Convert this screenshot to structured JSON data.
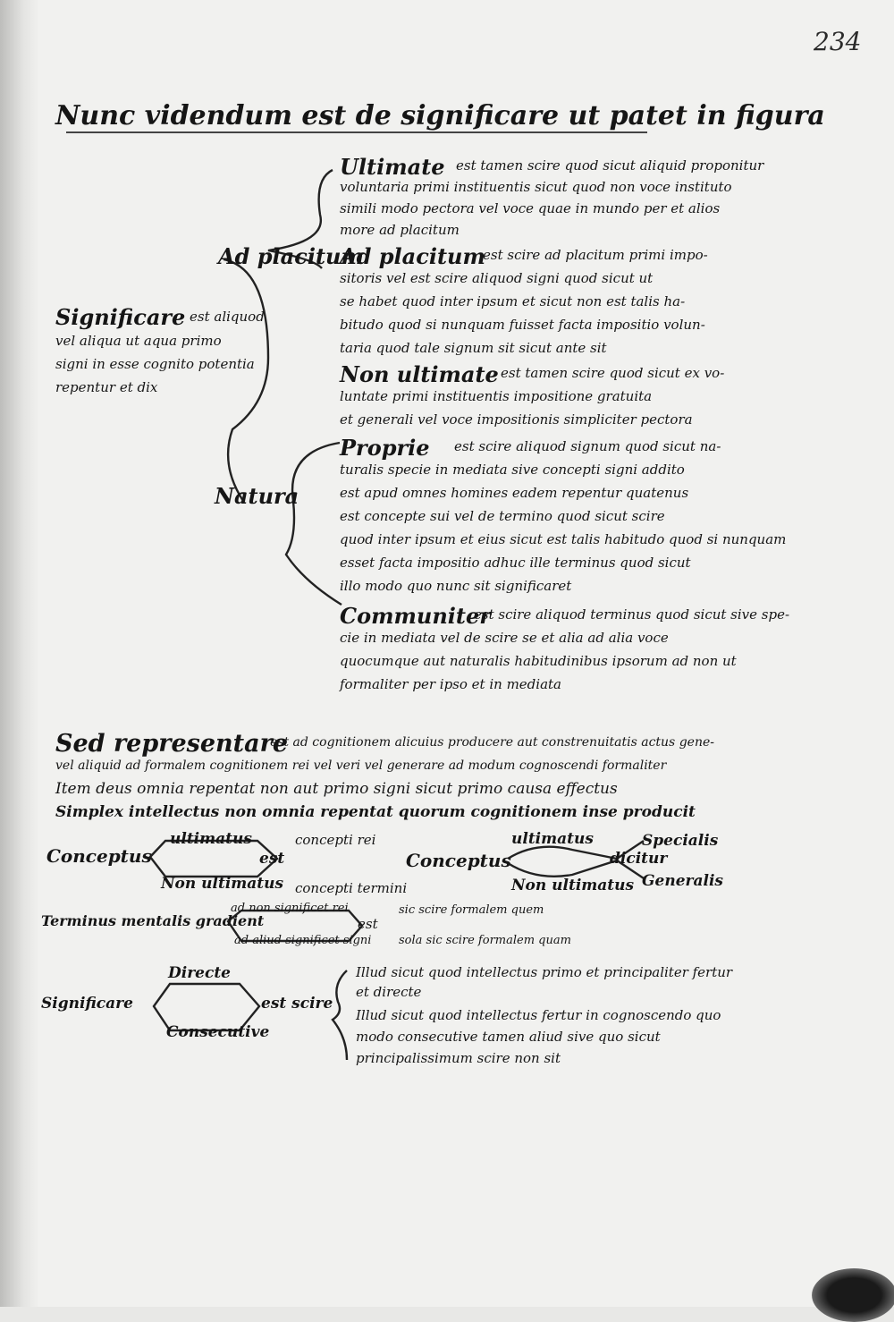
{
  "page": {
    "folio_number": "234"
  },
  "heading": {
    "text": "Nunc videndum est de significare ut patet in figura"
  },
  "tree1": {
    "root": "Significare",
    "root_def": [
      "est aliquod",
      "vel aliqua ut aqua primo",
      "signi in esse cognito potentia",
      "repentur et dix"
    ],
    "branch_a": "Ad placitum",
    "branch_b": "Natura",
    "ultimate": {
      "label": "Ultimate",
      "lines": [
        "est tamen scire quod sicut aliquid proponitur",
        "voluntaria primi instituentis sicut quod non voce instituto",
        "simili modo pectora vel voce quae in mundo per et alios",
        "more ad placitum"
      ]
    },
    "adplacitum": {
      "label": "Ad placitum",
      "lines": [
        "est scire ad placitum primi impo-",
        "sitoris vel est scire aliquod signi quod sicut ut",
        "se habet quod inter ipsum et sicut non est talis ha-",
        "bitudo quod si nunquam fuisset facta impositio volun-",
        "taria quod tale signum sit sicut ante sit"
      ]
    },
    "nonultimate": {
      "label": "Non ultimate",
      "lines": [
        "est tamen scire quod sicut ex vo-",
        "luntate primi instituentis impositione gratuita",
        "et generali vel voce impositionis simpliciter pectora"
      ]
    },
    "proprie": {
      "label": "Proprie",
      "lines": [
        "est scire aliquod signum quod sicut na-",
        "turalis specie in mediata sive concepti signi addito",
        "est apud omnes homines eadem repentur quatenus",
        "est concepte sui vel de termino quod sicut scire",
        "quod inter ipsum et eius sicut est talis habitudo quod si nunquam",
        "esset facta impositio adhuc ille terminus quod sicut",
        "illo modo quo nunc sit significaret"
      ]
    },
    "communiter": {
      "label": "Communiter",
      "lines": [
        "est scire aliquod terminus quod sicut sive spe-",
        "cie in mediata vel de scire se et alia ad alia voce",
        "quocumque aut naturalis habitudinibus ipsorum ad non ut",
        "formaliter per ipso et in mediata"
      ]
    }
  },
  "sed": {
    "label": "Sed representare",
    "lines": [
      "est ad cognitionem alicuius producere aut constrenuitatis actus gene-",
      "vel aliquid ad formalem cognitionem rei vel veri vel generare ad modum cognoscendi formaliter"
    ]
  },
  "item_deus": {
    "text": "Item deus omnia repentat non aut primo signi sicut primo causa effectus"
  },
  "simplex": {
    "text": "Simplex intellectus non omnia repentat quorum cognitionem inse producit"
  },
  "conceptus1": {
    "root": "Conceptus",
    "upper": "ultimatus",
    "lower": "Non ultimatus",
    "mid": "est",
    "up_text": "concepti rei",
    "down_text": "concepti termini"
  },
  "conceptus2": {
    "root": "Conceptus",
    "upper": "ultimatus",
    "lower": "Non ultimatus",
    "mid": "dicitur",
    "up_text": "Specialis",
    "down_text": "Generalis"
  },
  "terminus": {
    "root": "Terminus mentalis gradient",
    "upper": "ad non significet rei",
    "lower": "ad aliud significet signi",
    "mid": "est",
    "up_text": "sic scire formalem quem",
    "down_text": "sola sic scire formalem quam"
  },
  "significare2": {
    "root": "Significare",
    "upper": "Directe",
    "lower": "Consecutive",
    "mid": "est scire",
    "lines": [
      "Illud sicut quod intellectus primo et principaliter fertur",
      "et directe",
      "Illud sicut quod intellectus fertur in cognoscendo quo",
      "modo consecutive tamen aliud sive quo sicut",
      "principalissimum scire non sit"
    ]
  }
}
